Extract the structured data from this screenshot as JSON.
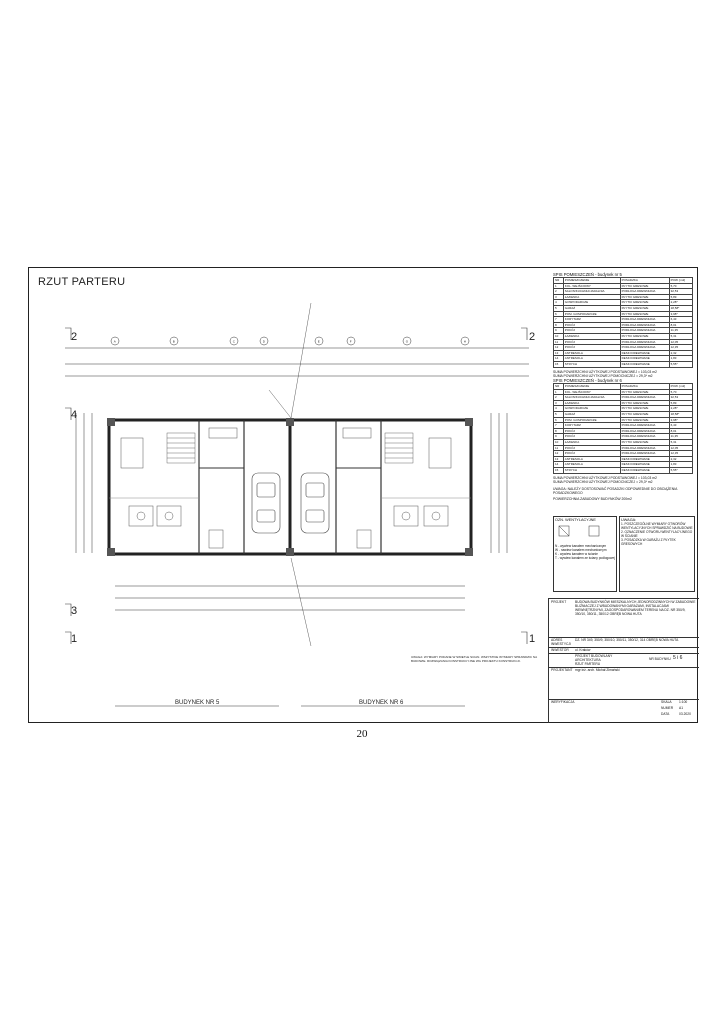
{
  "drawing_title": "RZUT PARTERU",
  "page_number": "20",
  "buildings": [
    "BUDYNEK NR 5",
    "BUDYNEK NR 6"
  ],
  "axis_markers": [
    "2",
    "1",
    "3",
    "4"
  ],
  "grid_labels": [
    "A",
    "B",
    "C",
    "D",
    "E",
    "F",
    "G",
    "H"
  ],
  "room_table_5": {
    "title": "SPIS POMIESZCZEŃ - budynek nr 5",
    "headers": [
      "NR",
      "POMIESZCZENIE",
      "POSADZKA",
      "POW. [m2]"
    ],
    "rows": [
      [
        "1",
        "KOL. WEJŚCIOWY",
        "PŁYTKI GRESOWE",
        "5,70"
      ],
      [
        "2",
        "SALON/KUCHNIA/JADALNIA",
        "PODŁOGA DREWNIANA",
        "32,53"
      ],
      [
        "3",
        "ŁAZIENKA",
        "PŁYTKI GRESOWE",
        "5,89"
      ],
      [
        "4",
        "GOSPODARCZE",
        "PŁYTKI GRESOWE",
        "2,28*"
      ],
      [
        "5",
        "GARAŻ",
        "PŁYTKI GRESOWE",
        "18,58*"
      ],
      [
        "6",
        "POM. GOSPODARCZE",
        "PŁYTKI GRESOWE",
        "3,98*"
      ],
      [
        "7",
        "KORYTARZ",
        "PODŁOGA DREWNIANA",
        "6,43"
      ],
      [
        "8",
        "POKÓJ",
        "PODŁOGA DREWNIANA",
        "8,01"
      ],
      [
        "9",
        "POKÓJ",
        "PODŁOGA DREWNIANA",
        "11,35"
      ],
      [
        "10",
        "ŁAZIENKA",
        "PŁYTKI GRESOWE",
        "5,31"
      ],
      [
        "11",
        "POKÓJ",
        "PODŁOGA DREWNIANA",
        "12,05"
      ],
      [
        "12",
        "POKÓJ",
        "PODŁOGA DREWNIANA",
        "12,35"
      ],
      [
        "13",
        "ANTRESOLA",
        "DESKI DREWNIANE",
        "2,32"
      ],
      [
        "14",
        "ANTRESOLA",
        "DESKI DREWNIANE",
        "1,83"
      ],
      [
        "15",
        "STRYCH",
        "DESKI DREWNIANE",
        "5,55*"
      ]
    ],
    "sum_usable": "SUMA POWIERZCHNI UŻYTKOWEJ PODSTAWOWEJ = 103,03 m2",
    "sum_aux": "SUMA POWIERZCHNI UŻYTKOWEJ POMOCNICZEJ = 29,3* m2"
  },
  "room_table_6": {
    "title": "SPIS POMIESZCZEŃ - budynek nr 6",
    "headers": [
      "NR",
      "POMIESZCZENIE",
      "POSADZKA",
      "POW. [m2]"
    ],
    "rows": [
      [
        "1",
        "KOL. WEJŚCIOWY",
        "PŁYTKI GRESOWE",
        "5,70"
      ],
      [
        "2",
        "SALON/KUCHNIA/JADALNIA",
        "PODŁOGA DREWNIANA",
        "32,53"
      ],
      [
        "3",
        "ŁAZIENKA",
        "PŁYTKI GRESOWE",
        "5,89"
      ],
      [
        "4",
        "GOSPODARCZE",
        "PŁYTKI GRESOWE",
        "2,28*"
      ],
      [
        "5",
        "GARAŻ",
        "PŁYTKI GRESOWE",
        "18,58*"
      ],
      [
        "6",
        "POM. GOSPODARCZE",
        "PŁYTKI GRESOWE",
        "3,98*"
      ],
      [
        "7",
        "KORYTARZ",
        "PODŁOGA DREWNIANA",
        "6,43"
      ],
      [
        "8",
        "POKÓJ",
        "PODŁOGA DREWNIANA",
        "8,01"
      ],
      [
        "9",
        "POKÓJ",
        "PODŁOGA DREWNIANA",
        "11,35"
      ],
      [
        "10",
        "ŁAZIENKA",
        "PŁYTKI GRESOWE",
        "5,31"
      ],
      [
        "11",
        "POKÓJ",
        "PODŁOGA DREWNIANA",
        "12,05"
      ],
      [
        "12",
        "POKÓJ",
        "PODŁOGA DREWNIANA",
        "12,35"
      ],
      [
        "13",
        "ANTRESOLA",
        "DESKI DREWNIANE",
        "2,32"
      ],
      [
        "14",
        "ANTRESOLA",
        "DESKI DREWNIANE",
        "1,83"
      ],
      [
        "15",
        "STRYCH",
        "DESKI DREWNIANE",
        "5,55*"
      ]
    ],
    "sum_usable": "SUMA POWIERZCHNI UŻYTKOWEJ PODSTAWOWEJ = 103,03 m2",
    "sum_aux": "SUMA POWIERZCHNI UŻYTKOWEJ POMOCNICZEJ = 29,3* m2"
  },
  "area_note": "UWAGA: NALEŻY DOSTOSOWAĆ POSADZKI ODPOWIEDNIE DO OBCIĄŻENIA POSADZKOWEGO",
  "building_area": "POWIERZCHNIA ZABUDOWY BUDYNKÓW 200m2",
  "legend": {
    "title": "OZN. WENTYLACYJNE",
    "items": [
      "N - wywiew kanałem mechanicznym",
      "W - nawiew kanałem mechanicznym",
      "K - wywiew kanałem w ścianie",
      "T - wywiew kanałem ze ściany podłogowej"
    ]
  },
  "notes_box": {
    "title": "UWAGA:",
    "items": [
      "1. POSZCZEGÓLNE WYMIARY OTWORÓW WENTYLACYJNYCH SPRAWDZIĆ NA BUDOWIE",
      "2. OZNACZENIE OTWORU WENTYLACYJNEGO W ŚCIANIE",
      "3. POSADZKA W GARAŻU Z PŁYTEK GRESOWYCH"
    ]
  },
  "general_notes": "UWAGA: WYMIARY PODANE W ŚWIETLE ŚCIAN. WSZYSTKIE WYMIARY SPRAWDZIĆ NA BUDOWIE. ROZWIĄZANIA KONSTRUKCYJNE WG PROJEKTU KONSTRUKCJI.",
  "title_block": {
    "project_label": "PROJEKT",
    "project_text": "BUDOWA BUDYNKÓW MIESZKALNYCH JEDNORODZINNYCH W ZABUDOWIE BLIŹNIACZEJ Z WBUDOWANYMI GARAŻAMI, INSTALACJAMI WEWNĘTRZNYMI, ZAGOSPODAROWANIEM TERENU NA DZ. NR 350/9, 350/10, 350/11, 350/12 OBRĘB NOWA HUTA",
    "address_label": "ADRES INWESTYCJI",
    "address_text": "DZ. NR 349, 350/9, 350/10, 350/11, 350/12, 314 OBRĘB NOWA HUTA",
    "investor_label": "INWESTOR",
    "investor_text": "ul. Kraków",
    "branch_label": "PROJEKT BUDOWLANY",
    "branch_value": "ARCHITEKTURA",
    "drawing_label": "RZUT PARTERU",
    "bud_label": "NR BUDYNKU",
    "bud_value": "5 i 6",
    "designer_label": "PROJEKTANT",
    "designer_text": "mgr inż. arch. Michał Zimański",
    "verifier_label": "WERYFIKACJA",
    "scale_label": "SKALA",
    "scale_value": "1:100",
    "sheet_label": "NUMER",
    "sheet_value": "A1",
    "date_label": "DATA",
    "date_value": "03.2020"
  }
}
